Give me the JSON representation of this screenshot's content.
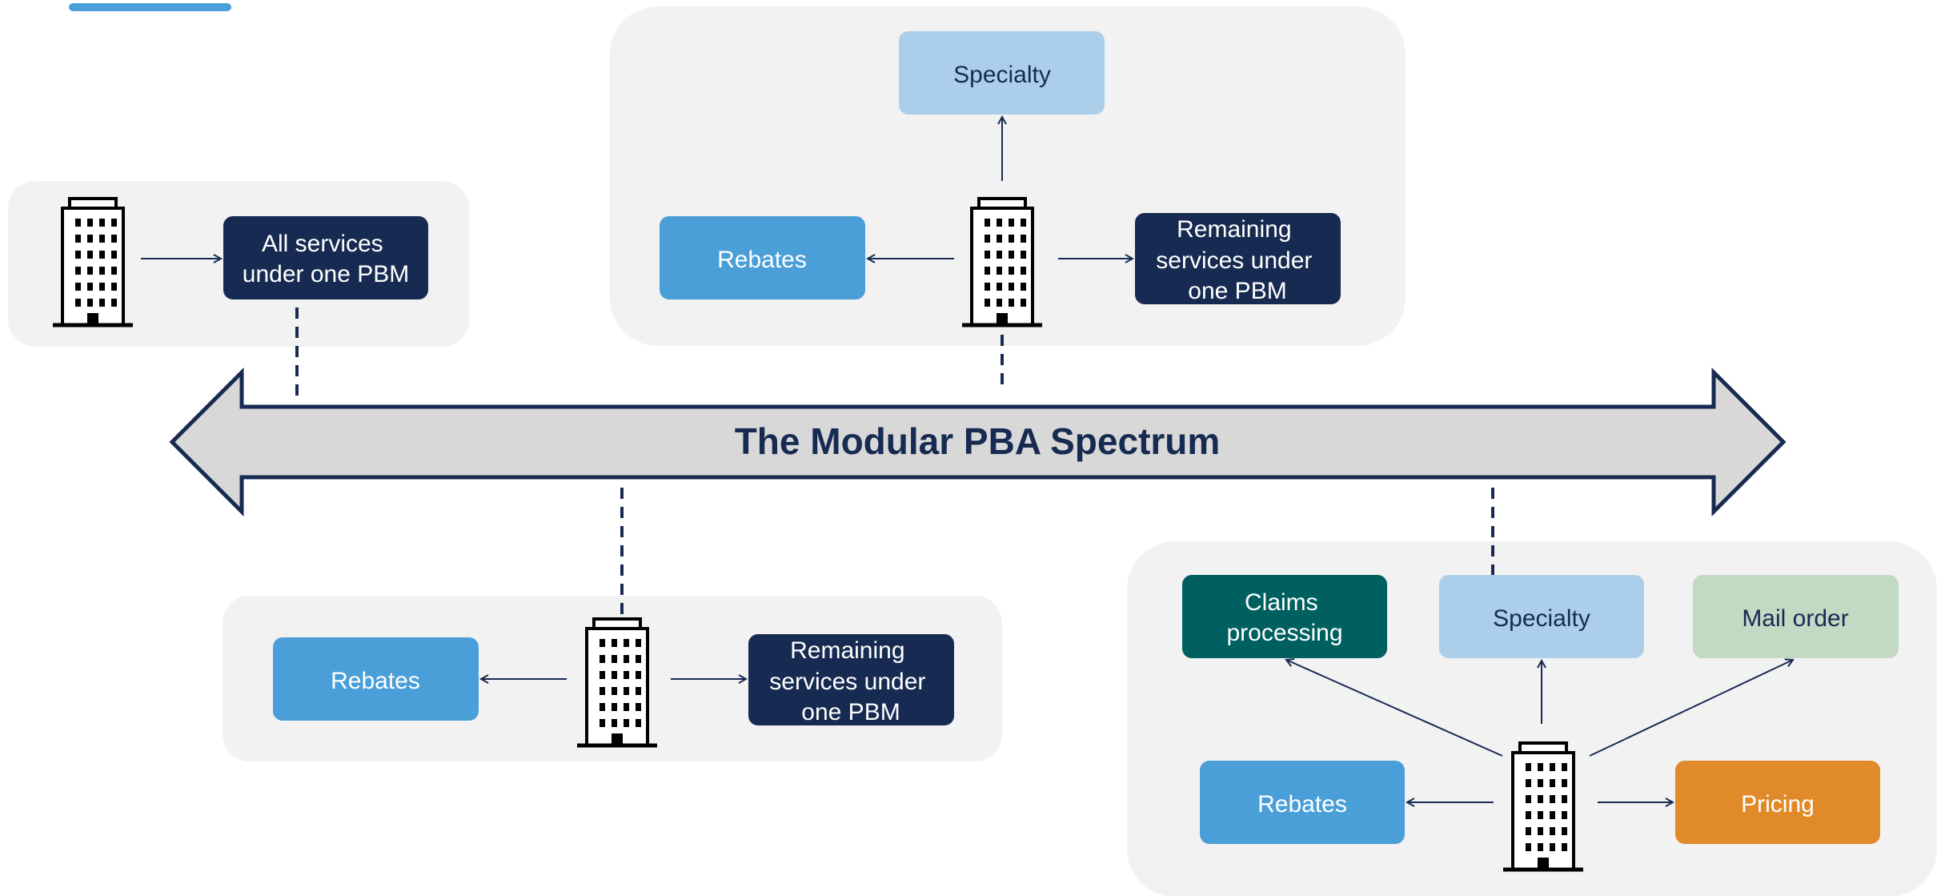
{
  "spectrum_title": "The Modular PBA Spectrum",
  "colors": {
    "navy": "#172b52",
    "light_blue": "#abcfea",
    "mid_blue": "#4a9fd8",
    "teal": "#006060",
    "sage": "#c2d9c4",
    "orange": "#e08a2a",
    "panel_bg": "#f2f2f2",
    "arrow_fill": "#d9d8d8",
    "accent_bar": "#4a9fd8"
  },
  "icons": {
    "building": "office-building-icon"
  },
  "panels": {
    "p1": {
      "all_services": [
        "All services",
        "under one PBM"
      ]
    },
    "p2": {
      "specialty": "Specialty",
      "rebates": "Rebates",
      "remaining": [
        "Remaining",
        "services under",
        "one PBM"
      ]
    },
    "p3": {
      "rebates": "Rebates",
      "remaining": [
        "Remaining",
        "services under",
        "one PBM"
      ]
    },
    "p4": {
      "claims": [
        "Claims",
        "processing"
      ],
      "specialty": "Specialty",
      "mail_order": "Mail order",
      "rebates": "Rebates",
      "pricing": "Pricing"
    }
  }
}
